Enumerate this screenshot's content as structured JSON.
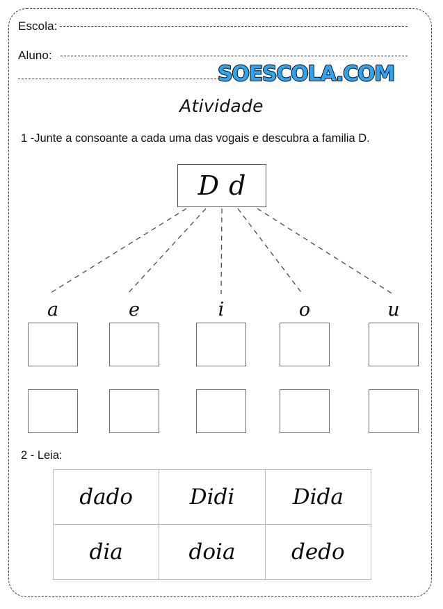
{
  "page": {
    "border_style": "dashed-rounded",
    "border_color": "#3a3a3a"
  },
  "header": {
    "fields": [
      {
        "label": "Escola:"
      },
      {
        "label": "Aluno:"
      }
    ],
    "logo_text": "SOESCOLA.COM",
    "logo_color": "#2ea3ef"
  },
  "title": "Atividade",
  "exercise1": {
    "instruction": "1 -Junte a consoante a cada uma das vogais e descubra a familia D.",
    "letter_box": {
      "uppercase": "D",
      "lowercase": "d"
    },
    "vowels": [
      "a",
      "e",
      "i",
      "o",
      "u"
    ],
    "answer_rows": 2
  },
  "exercise2": {
    "instruction": "2 - Leia:",
    "word_table": {
      "rows": [
        [
          "dado",
          "Didi",
          "Dida"
        ],
        [
          "dia",
          "doia",
          "dedo"
        ]
      ]
    }
  }
}
